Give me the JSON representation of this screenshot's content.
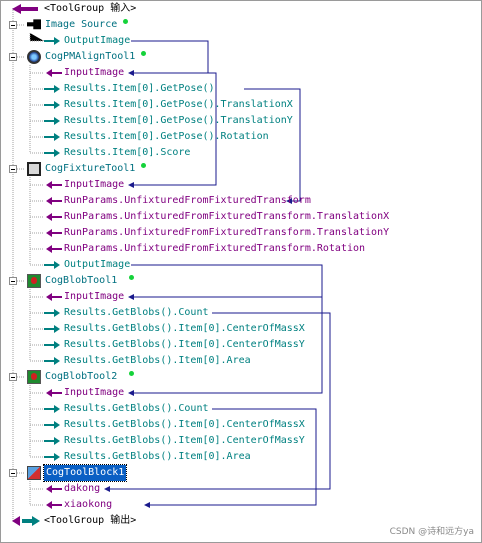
{
  "tree": {
    "group_input": "<ToolGroup 输入>",
    "group_output": "<ToolGroup 输出>",
    "image_source": {
      "name": "Image Source",
      "output": "OutputImage"
    },
    "pm_align": {
      "name": "CogPMAlignTool1",
      "input": "InputImage",
      "outputs": [
        "Results.Item[0].GetPose()",
        "Results.Item[0].GetPose().TranslationX",
        "Results.Item[0].GetPose().TranslationY",
        "Results.Item[0].GetPose().Rotation",
        "Results.Item[0].Score"
      ]
    },
    "fixture": {
      "name": "CogFixtureTool1",
      "inputs": [
        "InputImage",
        "RunParams.UnfixturedFromFixturedTransform",
        "RunParams.UnfixturedFromFixturedTransform.TranslationX",
        "RunParams.UnfixturedFromFixturedTransform.TranslationY",
        "RunParams.UnfixturedFromFixturedTransform.Rotation"
      ],
      "output": "OutputImage"
    },
    "blob1": {
      "name": "CogBlobTool1",
      "input": "InputImage",
      "outputs": [
        "Results.GetBlobs().Count",
        "Results.GetBlobs().Item[0].CenterOfMassX",
        "Results.GetBlobs().Item[0].CenterOfMassY",
        "Results.GetBlobs().Item[0].Area"
      ]
    },
    "blob2": {
      "name": "CogBlobTool2",
      "input": "InputImage",
      "outputs": [
        "Results.GetBlobs().Count",
        "Results.GetBlobs().Item[0].CenterOfMassX",
        "Results.GetBlobs().Item[0].CenterOfMassY",
        "Results.GetBlobs().Item[0].Area"
      ]
    },
    "block": {
      "name": "CogToolBlock1",
      "inputs": [
        "dakong",
        "xiaokong"
      ]
    }
  },
  "colors": {
    "input_arrow": "#800080",
    "output_arrow": "#008080",
    "link_line": "#1a1a8c",
    "tool_ok_dot": "#15d23a",
    "selection": "#0a5fc4"
  },
  "watermark": "CSDN @诗和远方ya"
}
